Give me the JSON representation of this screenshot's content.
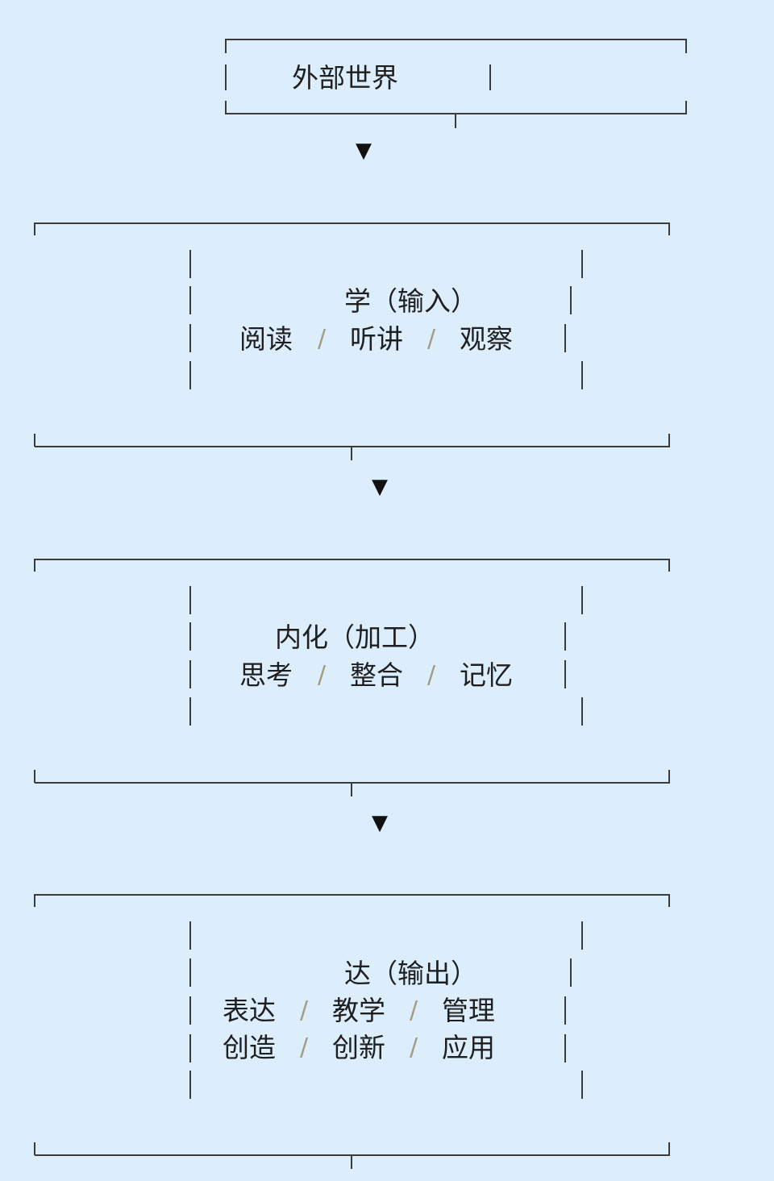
{
  "source": {
    "label": "外部世界"
  },
  "stages": [
    {
      "title": "学（输入）",
      "rows": [
        [
          "阅读",
          "听讲",
          "观察"
        ]
      ]
    },
    {
      "title": "内化（加工）",
      "rows": [
        [
          "思考",
          "整合",
          "记忆"
        ]
      ]
    },
    {
      "title": "达（输出）",
      "rows": [
        [
          "表达",
          "教学",
          "管理"
        ],
        [
          "创造",
          "创新",
          "应用"
        ]
      ]
    }
  ],
  "separator": "/",
  "arrow": "▼",
  "colors": {
    "background": "#dcedfc",
    "line": "#3b3b3b",
    "separator": "#a39c80"
  }
}
